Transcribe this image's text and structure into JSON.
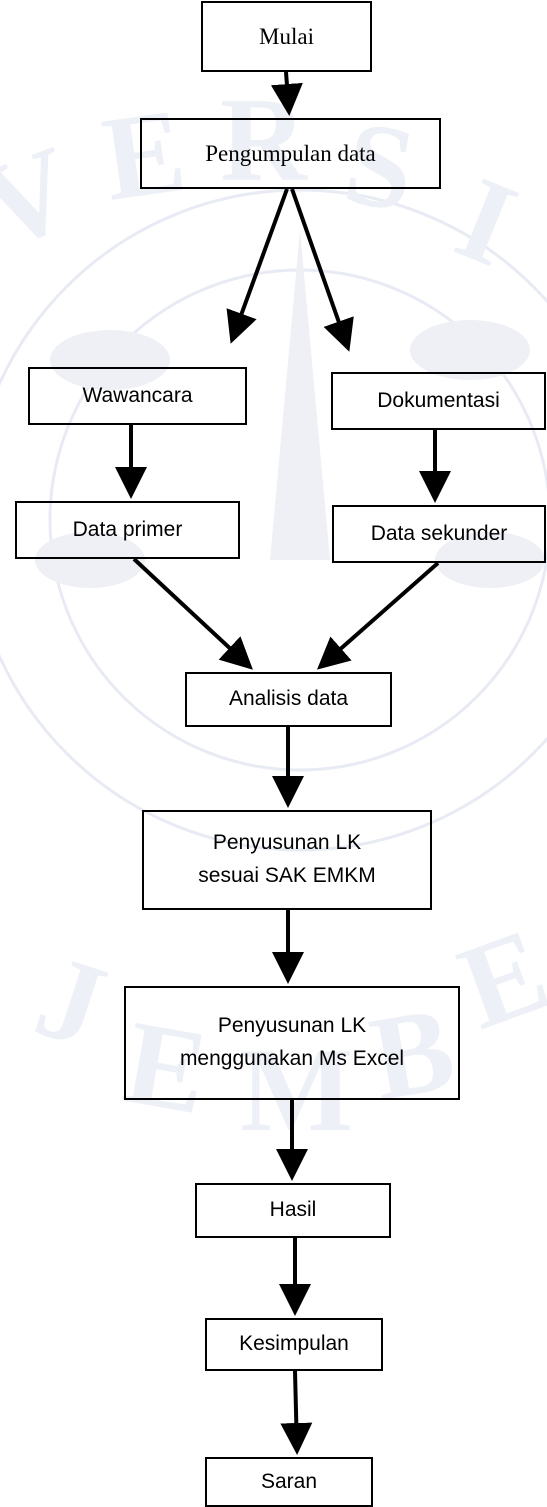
{
  "nodes": {
    "mulai": "Mulai",
    "pengumpulan_data": "Pengumpulan data",
    "wawancara": "Wawancara",
    "dokumentasi": "Dokumentasi",
    "data_primer": "Data primer",
    "data_sekunder": "Data sekunder",
    "analisis_data": "Analisis data",
    "penyusunan_sak": "Penyusunan LK\nsesuai SAK EMKM",
    "penyusunan_excel": "Penyusunan LK\nmenggunakan Ms Excel",
    "hasil": "Hasil",
    "kesimpulan": "Kesimpulan",
    "saran": "Saran"
  },
  "colors": {
    "stroke": "#000000",
    "watermark": "#eef0f6"
  }
}
